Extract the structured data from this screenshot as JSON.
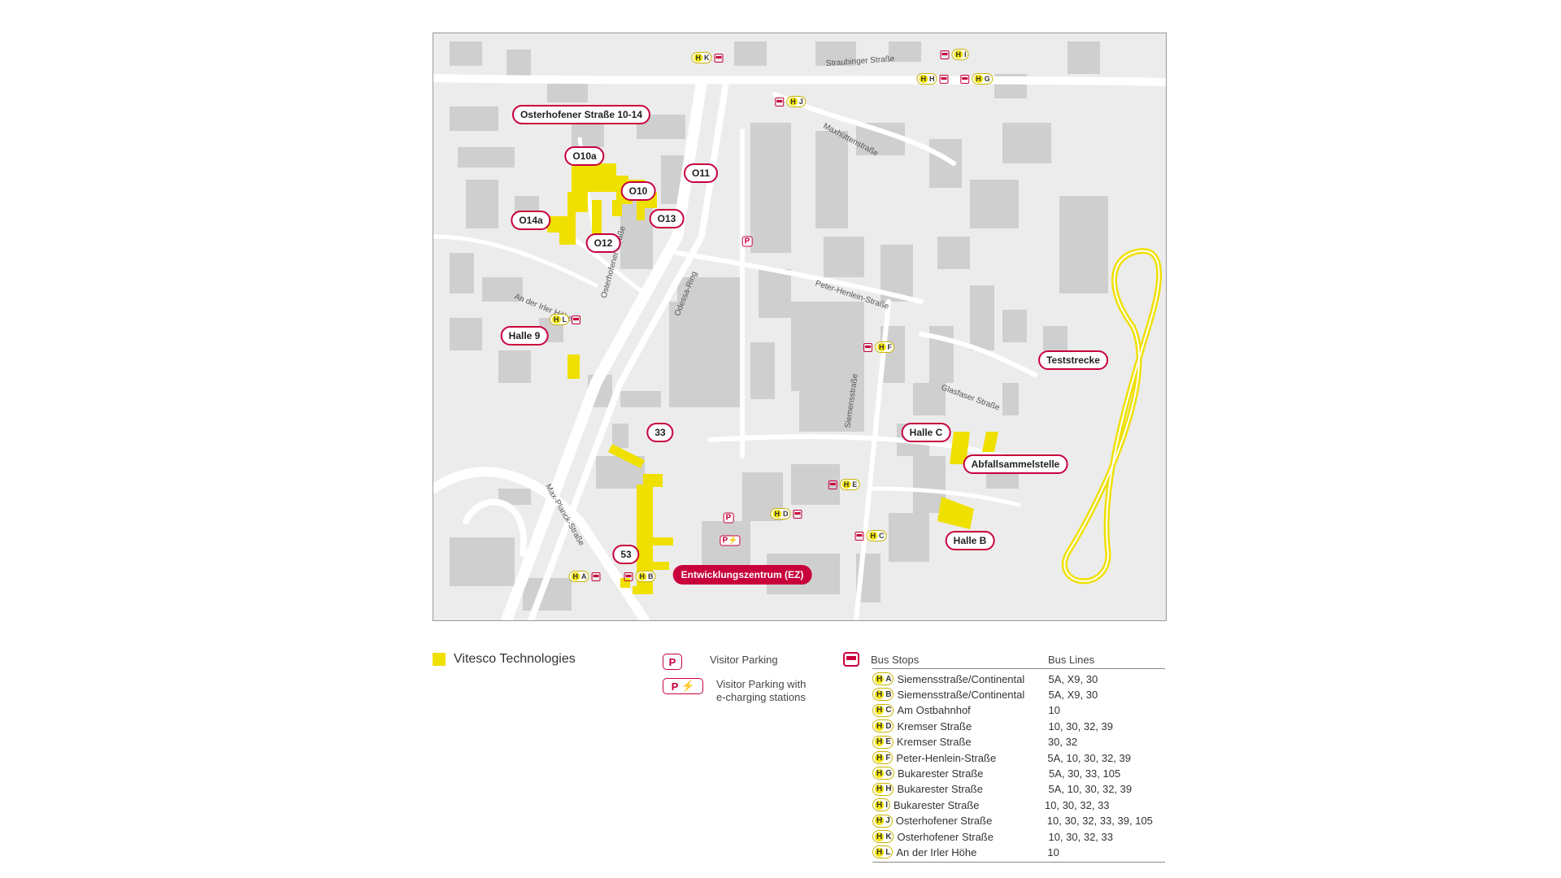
{
  "map": {
    "labels": {
      "osterhofener_10_14": "Osterhofener Straße 10-14",
      "o10a": "O10a",
      "o10": "O10",
      "o11": "O11",
      "o13": "O13",
      "o14a": "O14a",
      "o12": "O12",
      "halle9": "Halle 9",
      "b33": "33",
      "b53": "53",
      "ez": "Entwicklungszentrum (EZ)",
      "teststrecke": "Teststrecke",
      "halle_c": "Halle C",
      "abfall": "Abfallsammelstelle",
      "halle_b": "Halle B"
    },
    "streets": {
      "straubinger": "Straubinger Straße",
      "maxhuetten": "Maxhüttenstraße",
      "osterhofener": "Osterhofener Straße",
      "odessa": "Odessa-Ring",
      "irler": "An der Irler Höhe",
      "henlein": "Peter-Henlein-Straße",
      "siemens": "Siemensstraße",
      "glasfaser": "Glasfaser Straße",
      "maxplanck": "Max-Planck-Straße"
    },
    "stops": {
      "hk": "K",
      "hi": "I",
      "hh": "H",
      "hg": "G",
      "hj": "J",
      "hl": "L",
      "hf": "F",
      "he": "E",
      "hd": "D",
      "hc": "C",
      "ha": "A",
      "hb": "B"
    },
    "stop_prefix": "H",
    "parking_symbol": "P"
  },
  "legend": {
    "vitesco": "Vitesco Technologies",
    "visitor_parking": "Visitor Parking",
    "visitor_parking_e_line1": "Visitor Parking with",
    "visitor_parking_e_line2": "e-charging stations",
    "bus_stops_header": "Bus Stops",
    "bus_lines_header": "Bus Lines",
    "rows": [
      {
        "code": "A",
        "name": "Siemensstraße/Continental",
        "lines": "5A, X9, 30"
      },
      {
        "code": "B",
        "name": "Siemensstraße/Continental",
        "lines": "5A, X9, 30"
      },
      {
        "code": "C",
        "name": "Am Ostbahnhof",
        "lines": "10"
      },
      {
        "code": "D",
        "name": "Kremser Straße",
        "lines": "10, 30, 32, 39"
      },
      {
        "code": "E",
        "name": "Kremser Straße",
        "lines": "30, 32"
      },
      {
        "code": "F",
        "name": "Peter-Henlein-Straße",
        "lines": "5A, 10, 30, 32, 39"
      },
      {
        "code": "G",
        "name": "Bukarester Straße",
        "lines": "5A, 30, 33, 105"
      },
      {
        "code": "H",
        "name": "Bukarester Straße",
        "lines": "5A, 10, 30, 32, 39"
      },
      {
        "code": "I",
        "name": "Bukarester Straße",
        "lines": "10, 30, 32, 33"
      },
      {
        "code": "J",
        "name": "Osterhofener Straße",
        "lines": "10, 30, 32, 33, 39, 105"
      },
      {
        "code": "K",
        "name": "Osterhofener Straße",
        "lines": "10, 30, 32, 33"
      },
      {
        "code": "L",
        "name": "An der Irler Höhe",
        "lines": "10"
      }
    ]
  },
  "colors": {
    "brand": "#c8003c",
    "vitesco_yellow": "#f0e000",
    "map_bg": "#ececec",
    "building": "#cfcfcf",
    "road": "#ffffff"
  }
}
